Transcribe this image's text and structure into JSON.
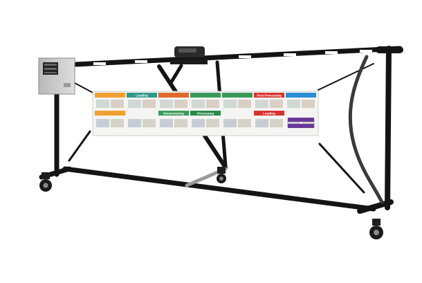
{
  "banner": {
    "panels": [
      {
        "number": "",
        "title": "",
        "color": "#f0a030"
      },
      {
        "number": "",
        "title": "Loading",
        "color": "#2f9a8a"
      },
      {
        "number": "",
        "title": "",
        "color": "#e06a2a"
      },
      {
        "number": "",
        "title": "",
        "color": "#3a9a5a"
      },
      {
        "number": "",
        "title": "",
        "color": "#3a9a5a"
      },
      {
        "number": "",
        "title": "Post Processing",
        "color": "#d8322f"
      },
      {
        "number": "",
        "title": "",
        "color": "#2a8fd8"
      }
    ],
    "lower_labels": [
      {
        "text": "",
        "color": "#f0a030"
      },
      {
        "text": "Dimensioning",
        "color": "#3a9a5a"
      },
      {
        "text": "Processing",
        "color": "#2a8a4a"
      },
      {
        "text": "Loading",
        "color": "#d8322f"
      }
    ]
  },
  "colors": {
    "frame": "#141414",
    "banner_bg": "#f4f4f2",
    "box": "#c9c9c9"
  },
  "icons": [
    "control-box-icon",
    "caster-wheel-icon",
    "hose-icon",
    "spreader-bar-icon"
  ]
}
